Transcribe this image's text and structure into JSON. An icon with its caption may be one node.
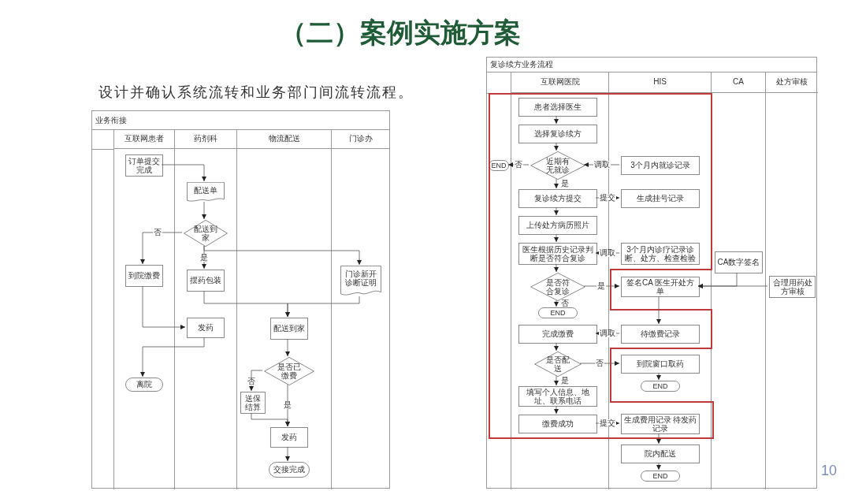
{
  "diagram": {
    "title": "（二）案例实施方案",
    "nodes": [
      {
        "text": [
          "业务衔接"
        ]
      },
      {
        "text": [
          "互联网患者"
        ],
        "in": 0
      },
      {
        "text": [
          "药剂科"
        ],
        "in": 0
      },
      {
        "text": [
          "物流配送"
        ],
        "in": 0
      },
      {
        "text": [
          "门诊办"
        ],
        "in": 0
      },
      {
        "text": [
          "订单提交完成"
        ],
        "in": 1
      },
      {
        "text": [
          "配送单"
        ],
        "in": 2
      },
      {
        "text": [
          "配送到家"
        ],
        "in": 2
      },
      {
        "text": [
          "到院缴费"
        ],
        "in": 1
      },
      {
        "text": [
          "摆药包装"
        ],
        "in": 2
      },
      {
        "text": [
          "门诊新开诊断证明"
        ],
        "in": 4
      },
      {
        "text": [
          "发药"
        ],
        "in": 2
      },
      {
        "text": [
          "配送到家"
        ],
        "in": 3
      },
      {
        "text": [
          "离院"
        ],
        "in": 1
      },
      {
        "text": [
          "是否已缴费"
        ],
        "in": 3
      },
      {
        "text": [
          "送保结算"
        ],
        "in": 3
      },
      {
        "text": [
          "发药"
        ],
        "in": 3
      },
      {
        "text": [
          "交接完成"
        ],
        "in": 3
      },
      {
        "text": [
          "复诊续方业务流程"
        ]
      },
      {
        "text": [
          "互联网医院"
        ],
        "in": 18
      },
      {
        "text": [
          "HIS"
        ],
        "in": 18
      },
      {
        "text": [
          "CA"
        ],
        "in": 18
      },
      {
        "text": [
          "处方审核"
        ],
        "in": 18
      },
      {
        "text": [
          "患者选择医生"
        ],
        "in": 19
      },
      {
        "text": [
          "选择复诊续方"
        ],
        "in": 19
      },
      {
        "text": [
          "END"
        ],
        "in": 18
      },
      {
        "text": [
          "近期有无就诊"
        ],
        "in": 19
      },
      {
        "text": [
          "3个月内就诊记录"
        ],
        "in": 20
      },
      {
        "text": [
          "复诊续方提交"
        ],
        "in": 19
      },
      {
        "text": [
          "生成挂号记录"
        ],
        "in": 20
      },
      {
        "text": [
          "上传处方病历照片"
        ],
        "in": 19
      },
      {
        "text": [
          "医生根据历史记录判断是否符合复诊"
        ],
        "in": 19
      },
      {
        "text": [
          "3个月内诊疗记录诊断、处方、检查检验"
        ],
        "in": 20
      },
      {
        "text": [
          "CA数字签名"
        ],
        "in": 21
      },
      {
        "text": [
          "是否符合复诊"
        ],
        "in": 19
      },
      {
        "text": [
          "签名CA 医生开处方单"
        ],
        "in": 20
      },
      {
        "text": [
          "合理用药处方审核"
        ],
        "in": 22
      },
      {
        "text": [
          "END"
        ],
        "in": 19
      },
      {
        "text": [
          "完成缴费"
        ],
        "in": 19
      },
      {
        "text": [
          "待缴费记录"
        ],
        "in": 20
      },
      {
        "text": [
          "是否配送"
        ],
        "in": 19
      },
      {
        "text": [
          "到院窗口取药"
        ],
        "in": 20
      },
      {
        "text": [
          "END"
        ],
        "in": 20
      },
      {
        "text": [
          "填写个人信息、地址、联系电话"
        ],
        "in": 19
      },
      {
        "text": [
          "缴费成功"
        ],
        "in": 19
      },
      {
        "text": [
          "生成费用记录 待发药记录"
        ],
        "in": 20
      },
      {
        "text": [
          "院内配送"
        ],
        "in": 20
      },
      {
        "text": [
          "END"
        ],
        "in": 20
      }
    ],
    "edges": [
      {
        "from": 5,
        "to": 6,
        "arrow": "to"
      },
      {
        "from": 6,
        "to": 7,
        "arrow": "to"
      },
      {
        "from": 7,
        "to": 8,
        "arrow": "to",
        "label": "否"
      },
      {
        "from": 7,
        "to": 9,
        "arrow": "to",
        "label": "是"
      },
      {
        "from": 7,
        "to": 10,
        "arrow": "to"
      },
      {
        "from": 8,
        "to": 11,
        "arrow": "to"
      },
      {
        "from": 11,
        "to": 13,
        "arrow": "to"
      },
      {
        "from": 9,
        "to": 12,
        "arrow": "to"
      },
      {
        "from": 10,
        "to": 12,
        "arrow": "to"
      },
      {
        "from": 12,
        "to": 14,
        "arrow": "to"
      },
      {
        "from": 14,
        "to": 15,
        "arrow": "to",
        "label": "否"
      },
      {
        "from": 14,
        "to": 16,
        "arrow": "to",
        "label": "是"
      },
      {
        "from": 15,
        "to": 16,
        "arrow": "to"
      },
      {
        "from": 16,
        "to": 17,
        "arrow": "to"
      },
      {
        "from": 23,
        "to": 24,
        "arrow": "to"
      },
      {
        "from": 24,
        "to": 26,
        "arrow": "to"
      },
      {
        "from": 26,
        "to": 25,
        "arrow": "to",
        "label": "否"
      },
      {
        "from": 27,
        "to": 26,
        "arrow": "to",
        "label": "调取"
      },
      {
        "from": 26,
        "to": 28,
        "arrow": "to",
        "label": "是"
      },
      {
        "from": 28,
        "to": 29,
        "arrow": "to",
        "label": "提交"
      },
      {
        "from": 28,
        "to": 30,
        "arrow": "to"
      },
      {
        "from": 30,
        "to": 31,
        "arrow": "to"
      },
      {
        "from": 32,
        "to": 31,
        "arrow": "to",
        "label": "调取"
      },
      {
        "from": 31,
        "to": 34,
        "arrow": "to"
      },
      {
        "from": 34,
        "to": 35,
        "arrow": "to",
        "label": "是"
      },
      {
        "from": 34,
        "to": 37,
        "arrow": "to",
        "label": "否"
      },
      {
        "from": 33,
        "to": 35,
        "arrow": "to"
      },
      {
        "from": 36,
        "to": 35,
        "arrow": "to"
      },
      {
        "from": 35,
        "to": 39,
        "arrow": "to"
      },
      {
        "from": 39,
        "to": 38,
        "arrow": "to",
        "label": "调取"
      },
      {
        "from": 38,
        "to": 40,
        "arrow": "to"
      },
      {
        "from": 40,
        "to": 41,
        "arrow": "to",
        "label": "否"
      },
      {
        "from": 41,
        "to": 42,
        "arrow": "to"
      },
      {
        "from": 40,
        "to": 43,
        "arrow": "to",
        "label": "是"
      },
      {
        "from": 43,
        "to": 44,
        "arrow": "to"
      },
      {
        "from": 44,
        "to": 45,
        "arrow": "to",
        "label": "提交"
      },
      {
        "from": 45,
        "to": 46,
        "arrow": "to"
      },
      {
        "from": 46,
        "to": 47,
        "arrow": "to"
      }
    ],
    "labels": [
      "设计并确认系统流转和业务部门间流转流程。",
      "10"
    ]
  }
}
